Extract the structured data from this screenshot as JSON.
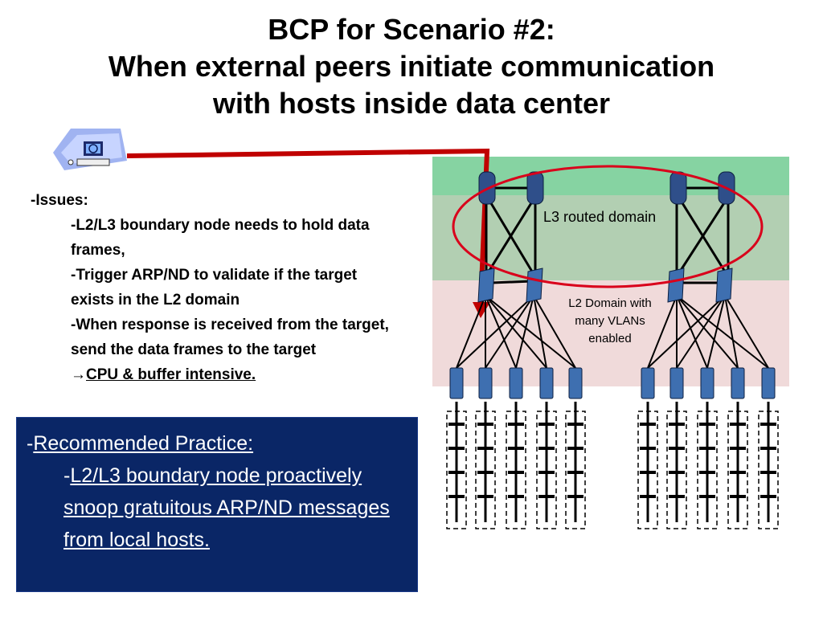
{
  "title": {
    "line1": "BCP for Scenario #2:",
    "line2": "When external peers initiate communication",
    "line3": "with hosts inside data center"
  },
  "issues": {
    "heading": "Issues:",
    "items": [
      "L2/L3 boundary node needs to hold data frames,",
      "Trigger ARP/ND to validate if  the target exists in the L2 domain",
      "When response is received from the target, send the data frames to the target"
    ],
    "conclusion": "CPU & buffer intensive."
  },
  "recommended": {
    "heading": "Recommended Practice:",
    "text": "L2/L3 boundary node proactively snoop gratuitous ARP/ND messages from local hosts."
  },
  "diagram": {
    "l3_label": "L3 routed domain",
    "l2_label_line1": "L2 Domain with",
    "l2_label_line2": "many VLANs",
    "l2_label_line3": "enabled",
    "colors": {
      "l3_band": "#86d3a2",
      "l3_mid": "#b2cfb2",
      "l2_band": "#f0dada",
      "arrow": "#c00000",
      "ellipse": "#d9001b",
      "recommended_bg": "#0a2666"
    },
    "icons": [
      "computer-icon",
      "router-icon",
      "switch-icon",
      "server-rack-icon"
    ]
  }
}
